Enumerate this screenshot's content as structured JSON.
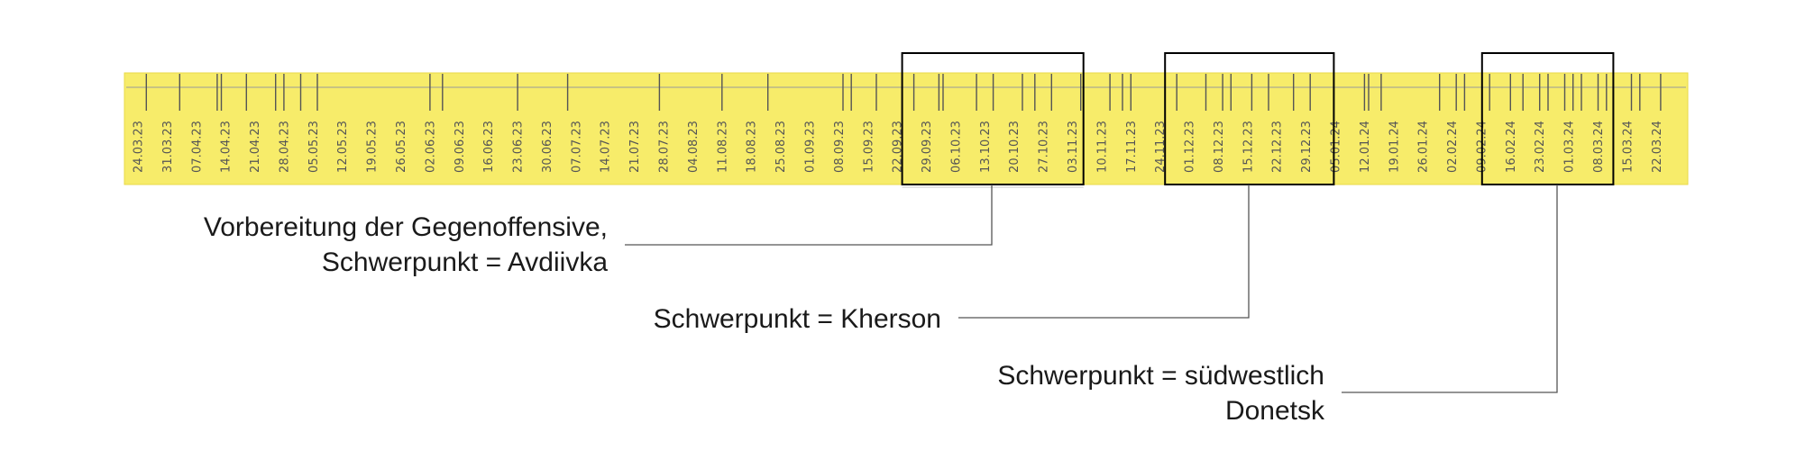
{
  "colors": {
    "band": "#F7EC6A",
    "band_border": "#E8DA4A",
    "event_line": "#555555",
    "baseline": "#9A9A9A",
    "highlight_box": "#000000",
    "connector": "#555555",
    "annotation_text": "#1a1a1a",
    "tick_text": "#555555"
  },
  "timeline": {
    "tick_labels": [
      "24.03.23",
      "31.03.23",
      "07.04.23",
      "14.04.23",
      "21.04.23",
      "28.04.23",
      "05.05.23",
      "12.05.23",
      "19.05.23",
      "26.05.23",
      "02.06.23",
      "09.06.23",
      "16.06.23",
      "23.06.23",
      "30.06.23",
      "07.07.23",
      "14.07.23",
      "21.07.23",
      "28.07.23",
      "04.08.23",
      "11.08.23",
      "18.08.23",
      "25.08.23",
      "01.09.23",
      "08.09.23",
      "15.09.23",
      "22.09.23",
      "29.09.23",
      "06.10.23",
      "13.10.23",
      "20.10.23",
      "27.10.23",
      "03.11.23",
      "10.11.23",
      "17.11.23",
      "24.11.23",
      "01.12.23",
      "08.12.23",
      "15.12.23",
      "22.12.23",
      "29.12.23",
      "05.01.24",
      "12.01.24",
      "19.01.24",
      "26.01.24",
      "02.02.24",
      "09.02.24",
      "16.02.24",
      "23.02.24",
      "01.03.24",
      "08.03.24",
      "15.03.24",
      "22.03.24"
    ],
    "events": [
      "2023-03-26",
      "2023-04-03",
      "2023-04-12",
      "2023-04-13",
      "2023-04-19",
      "2023-04-26",
      "2023-04-28",
      "2023-05-02",
      "2023-05-06",
      "2023-06-02",
      "2023-06-05",
      "2023-06-23",
      "2023-07-05",
      "2023-07-27",
      "2023-08-11",
      "2023-08-22",
      "2023-09-09",
      "2023-09-11",
      "2023-09-17",
      "2023-09-26",
      "2023-10-02",
      "2023-10-03",
      "2023-10-11",
      "2023-10-15",
      "2023-10-22",
      "2023-10-25",
      "2023-10-29",
      "2023-11-05",
      "2023-11-12",
      "2023-11-15",
      "2023-11-17",
      "2023-11-28",
      "2023-12-05",
      "2023-12-09",
      "2023-12-11",
      "2023-12-16",
      "2023-12-20",
      "2023-12-26",
      "2023-12-30",
      "2024-01-12",
      "2024-01-13",
      "2024-01-16",
      "2024-01-30",
      "2024-02-03",
      "2024-02-05",
      "2024-02-11",
      "2024-02-16",
      "2024-02-19",
      "2024-02-23",
      "2024-02-25",
      "2024-02-29",
      "2024-03-02",
      "2024-03-04",
      "2024-03-08",
      "2024-03-10",
      "2024-03-16",
      "2024-03-18",
      "2024-03-23"
    ]
  },
  "highlights": [
    {
      "from": "2023-09-26",
      "to": "2023-11-05",
      "annotation_lines": [
        "Vorbereitung der Gegenoffensive,",
        "Schwerpunkt = Avdiivka"
      ]
    },
    {
      "from": "2023-11-28",
      "to": "2024-01-04",
      "annotation_lines": [
        "Schwerpunkt = Kherson"
      ]
    },
    {
      "from": "2024-02-12",
      "to": "2024-03-11",
      "annotation_lines": [
        "Schwerpunkt = südwestlich",
        "Donetsk"
      ]
    }
  ]
}
